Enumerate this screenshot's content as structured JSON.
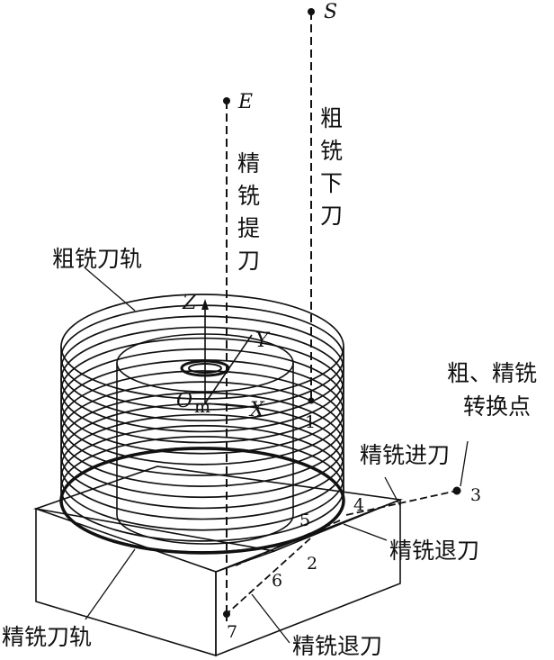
{
  "labels": {
    "rough_path": "粗铣刀轨",
    "finish_path": "精铣刀轨",
    "finish_lift": "精铣提刀",
    "rough_down": "粗铣下刀",
    "switch_point_line1": "粗、精铣",
    "switch_point_line2": "转换点",
    "finish_approach": "精铣进刀",
    "finish_retract_1": "精铣退刀",
    "finish_retract_2": "精铣退刀"
  },
  "points": {
    "S": "S",
    "E": "E",
    "p1": "1",
    "p2": "2",
    "p3": "3",
    "p4": "4",
    "p5": "5",
    "p6": "6",
    "p7": "7"
  },
  "axes": {
    "z": "Z",
    "y": "Y",
    "x": "X",
    "origin": "O",
    "origin_sub": "m"
  },
  "colors": {
    "ink": "#111111",
    "background": "#ffffff"
  }
}
